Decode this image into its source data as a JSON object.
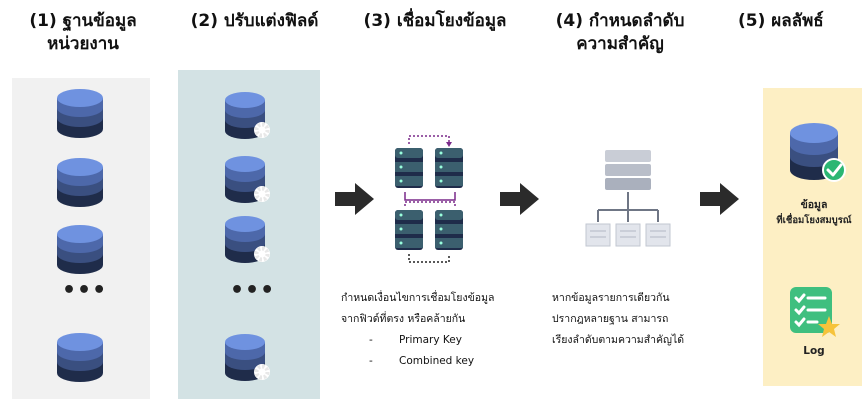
{
  "steps": [
    {
      "title_line1": "(1) ฐานข้อมูล",
      "title_line2": "หน่วยงาน"
    },
    {
      "title_line1": "(2) ปรับแต่งฟิลด์"
    },
    {
      "title_line1": "(3) เชื่อมโยงข้อมูล"
    },
    {
      "title_line1": "(4) กำหนดลำดับ",
      "title_line2": "ความสำคัญ"
    },
    {
      "title_line1": "(5) ผลลัพธ์"
    }
  ],
  "ellipsis": "•••",
  "link_note": {
    "line1": "กำหนดเงื่อนไขการเชื่อมโยงข้อมูล",
    "line2": "จากฟิวด์ที่ตรง หรือคล้ายกัน",
    "bullets": [
      {
        "dash": "-",
        "text": "Primary Key"
      },
      {
        "dash": "-",
        "text": "Combined key"
      }
    ]
  },
  "priority_note": {
    "line1": "หากข้อมูลรายการเดียวกัน",
    "line2": "ปรากฎหลายฐาน สามารถ",
    "line3": "เรียงลำดับตามความสำคัญได้"
  },
  "output": {
    "data_label_line1": "ข้อมูล",
    "data_label_line2": "ที่เชื่อมโยงสมบูรณ์",
    "log_label": "Log"
  },
  "colors": {
    "panel1_bg": "#f1f1f1",
    "panel2_bg": "#d3e2e4",
    "panel5_bg": "#fdefc4",
    "db_top": "#5b7fd0",
    "db_dark": "#1f2c4a",
    "arrow": "#2b2b2b",
    "check_green": "#2bb673",
    "log_green": "#3fbf7f",
    "star_yellow": "#f6c33b"
  }
}
